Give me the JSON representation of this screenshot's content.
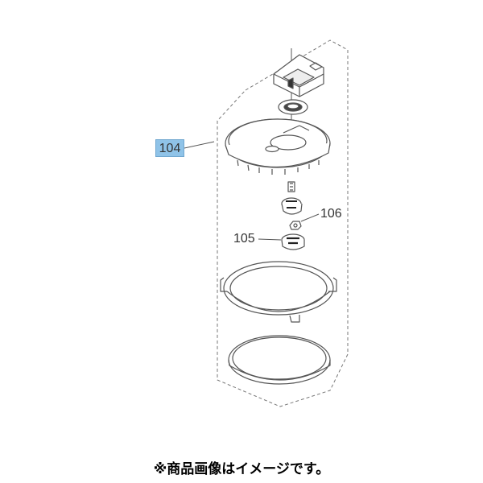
{
  "callouts": {
    "part_104": "104",
    "part_105": "105",
    "part_106": "106"
  },
  "highlight_color": "#8fc3e8",
  "footnote": "※商品画像はイメージです。"
}
